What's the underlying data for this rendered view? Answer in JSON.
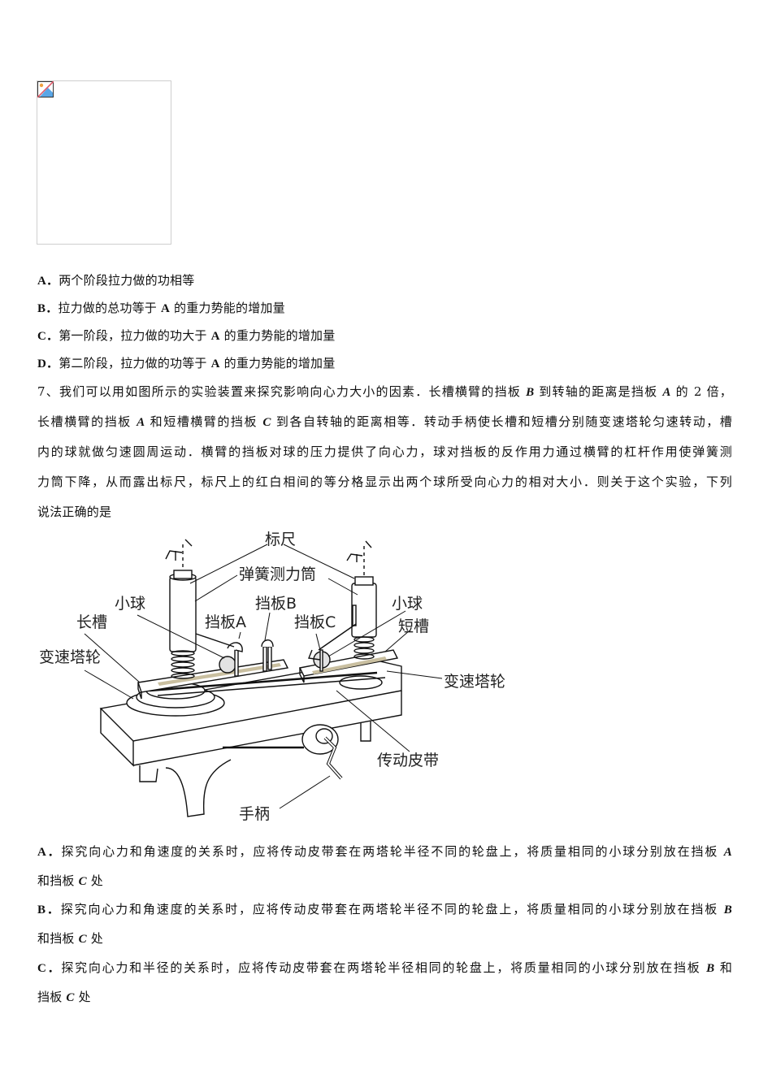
{
  "prev_question": {
    "image": {
      "alt": "broken-image",
      "icon": "broken-image-icon"
    },
    "options": [
      {
        "letter": "A．",
        "parts": [
          "两个阶段拉力做的功相等"
        ]
      },
      {
        "letter": "B．",
        "parts": [
          "拉力做的总功等于",
          "A",
          "的重力势能的增加量"
        ]
      },
      {
        "letter": "C．",
        "parts": [
          "第一阶段，拉力做的功大于",
          "A",
          "的重力势能的增加量"
        ]
      },
      {
        "letter": "D．",
        "parts": [
          "第二阶段，拉力做的功等于",
          "A",
          "的重力势能的增加量"
        ]
      }
    ]
  },
  "question7": {
    "lines": [
      [
        "7、我们可以用如图所示的实验装置来探究影响向心力大小的因素．长槽横臂的挡板 ",
        "B",
        " 到转轴的距离是挡板 ",
        "A",
        " 的 2 倍，"
      ],
      [
        "长槽横臂的挡板 ",
        "A",
        " 和短槽横臂的挡板 ",
        "C",
        " 到各自转轴的距离相等．转动手柄使长槽和短槽分别随变速塔轮匀速转动，槽"
      ],
      [
        "内的球就做匀速圆周运动．横臂的挡板对球的压力提供了向心力，球对挡板的反作用力通过横臂的杠杆作用使弹簧测"
      ],
      [
        "力筒下降，从而露出标尺，标尺上的红白相间的等分格显示出两个球所受向心力的相对大小．则关于这个实验，下列"
      ],
      [
        "说法正确的是"
      ]
    ],
    "diagram_labels": {
      "scale": "标尺",
      "spring_tube": "弹簧测力筒",
      "ball_left": "小球",
      "ball_right": "小球",
      "baffle_a": "挡板A",
      "baffle_b": "挡板B",
      "baffle_c": "挡板C",
      "long_slot": "长槽",
      "short_slot": "短槽",
      "pulley_left": "变速塔轮",
      "pulley_right": "变速塔轮",
      "belt": "传动皮带",
      "handle": "手柄"
    },
    "options": [
      {
        "letter": "A．",
        "line1": [
          "探究向心力和角速度的关系时，应将传动皮带套在两塔轮半径不同的轮盘上，将质量相同的小球分别放在挡板 ",
          "A"
        ],
        "line2": [
          "和挡板 ",
          "C",
          " 处"
        ]
      },
      {
        "letter": "B．",
        "line1": [
          "探究向心力和角速度的关系时，应将传动皮带套在两塔轮半径不同的轮盘上，将质量相同的小球分别放在挡板 ",
          "B"
        ],
        "line2": [
          "和挡板 ",
          "C",
          " 处"
        ]
      },
      {
        "letter": "C．",
        "line1": [
          "探究向心力和半径的关系时，应将传动皮带套在两塔轮半径相同的轮盘上，将质量相同的小球分别放在挡板 ",
          "B",
          " 和"
        ],
        "line2": [
          "挡板 ",
          "C",
          " 处"
        ]
      }
    ]
  }
}
